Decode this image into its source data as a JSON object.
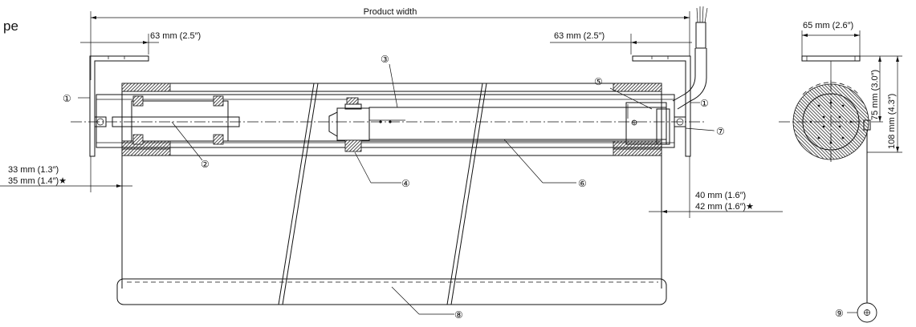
{
  "edge_label": "pe",
  "front_view": {
    "product_width_label": "Product width",
    "left_bracket_dim": "63 mm (2.5″)",
    "right_bracket_dim": "63 mm (2.5″)",
    "left_offset_dim_1": "33 mm (1.3″)",
    "left_offset_dim_2": "35 mm (1.4″)★",
    "right_offset_dim_1": "40 mm (1.6″)",
    "right_offset_dim_2": "42 mm (1.6″)★"
  },
  "side_view": {
    "width_dim": "65 mm (2.6″)",
    "height_dim_1": "75 mm (3.0″)",
    "height_dim_2": "108 mm (4.3″)"
  },
  "callouts": {
    "c1": "①",
    "c2": "②",
    "c3": "③",
    "c4": "④",
    "c5": "⑤",
    "c6": "⑥",
    "c7": "⑦",
    "c8": "⑧",
    "c9": "⑨"
  }
}
